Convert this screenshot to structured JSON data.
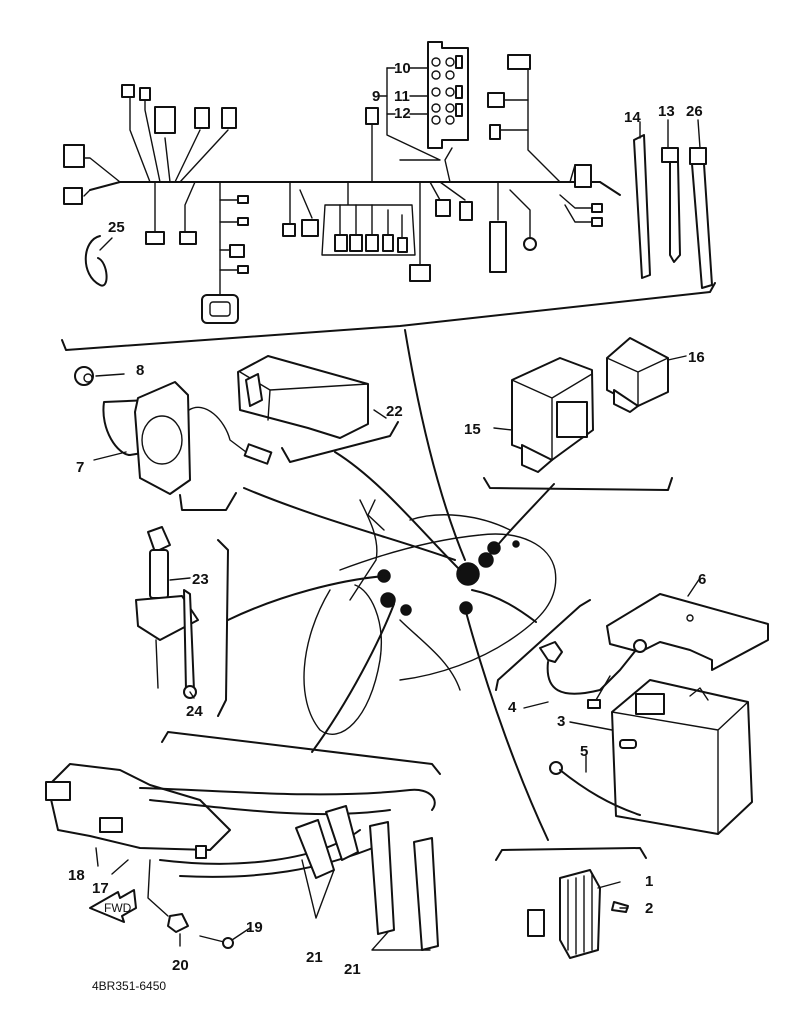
{
  "diagram": {
    "title": "Electrical exploded parts diagram",
    "drawing_code": "4BR351-6450",
    "fwd_arrow_text": "FWD",
    "callouts": [
      {
        "id": "1",
        "part": "rectifier-regulator"
      },
      {
        "id": "2",
        "part": "bolt"
      },
      {
        "id": "3",
        "part": "battery"
      },
      {
        "id": "4",
        "part": "battery-positive-lead"
      },
      {
        "id": "5",
        "part": "battery-negative-lead"
      },
      {
        "id": "6",
        "part": "battery-cover"
      },
      {
        "id": "7",
        "part": "horn"
      },
      {
        "id": "8",
        "part": "nut"
      },
      {
        "id": "9",
        "part": "fuse-set"
      },
      {
        "id": "10",
        "part": "fuse"
      },
      {
        "id": "11",
        "part": "fuse"
      },
      {
        "id": "12",
        "part": "fuse"
      },
      {
        "id": "13",
        "part": "cable-tie"
      },
      {
        "id": "14",
        "part": "cable-tie"
      },
      {
        "id": "15",
        "part": "relay"
      },
      {
        "id": "16",
        "part": "flasher-relay"
      },
      {
        "id": "17",
        "part": "ignition-coil"
      },
      {
        "id": "18",
        "part": "ignition-coil"
      },
      {
        "id": "19",
        "part": "bolt"
      },
      {
        "id": "20",
        "part": "clamp"
      },
      {
        "id": "21",
        "part": "spark-plug-cap"
      },
      {
        "id": "22",
        "part": "cdi-unit"
      },
      {
        "id": "23",
        "part": "main-switch"
      },
      {
        "id": "24",
        "part": "screw"
      },
      {
        "id": "25",
        "part": "band"
      },
      {
        "id": "26",
        "part": "cable-tie"
      }
    ],
    "labels": {
      "l1": "1",
      "l2": "2",
      "l3": "3",
      "l4": "4",
      "l5": "5",
      "l6": "6",
      "l7": "7",
      "l8": "8",
      "l9": "9",
      "l10": "10",
      "l11": "11",
      "l12": "12",
      "l13": "13",
      "l14": "14",
      "l15": "15",
      "l16": "16",
      "l17": "17",
      "l18": "18",
      "l19": "19",
      "l20": "20",
      "l21a": "21",
      "l21b": "21",
      "l22": "22",
      "l23": "23",
      "l24": "24",
      "l25": "25",
      "l26": "26"
    }
  }
}
